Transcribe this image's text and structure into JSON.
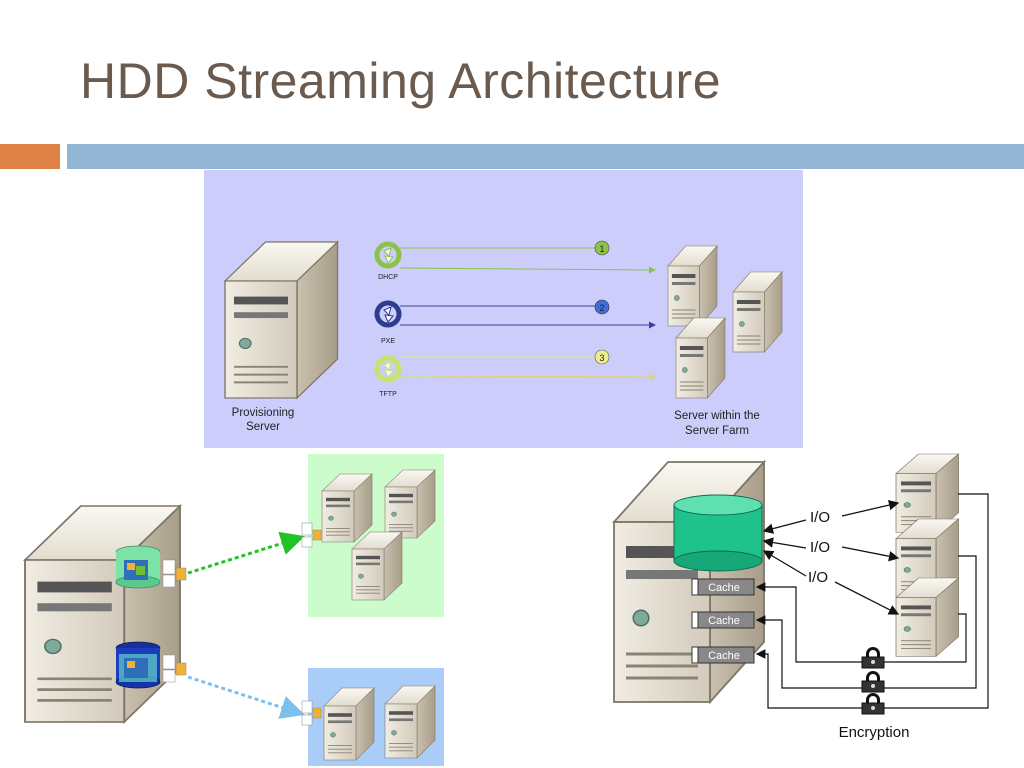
{
  "slide": {
    "title": "HDD Streaming Architecture"
  },
  "top_diagram": {
    "provisioning_server_label_line1": "Provisioning",
    "provisioning_server_label_line2": "Server",
    "farm_label_line1": "Server within the",
    "farm_label_line2": "Server Farm",
    "steps": [
      {
        "number": "1",
        "protocol": "DHCP",
        "color": "#8bc34a"
      },
      {
        "number": "2",
        "protocol": "PXE",
        "color": "#3f51b5"
      },
      {
        "number": "3",
        "protocol": "TFTP",
        "color": "#e6e67a"
      }
    ]
  },
  "right_diagram": {
    "io_labels": [
      "I/O",
      "I/O",
      "I/O"
    ],
    "cache_labels": [
      "Cache",
      "Cache",
      "Cache"
    ],
    "encryption_label": "Encryption"
  },
  "colors": {
    "title": "#6b5a4e",
    "accent_orange": "#dd8147",
    "accent_blue": "#93b6d4",
    "top_panel": "#cdcdfc",
    "green_panel": "#ccfccc",
    "blue_panel": "#a9cdf7",
    "disk": "#1ec28a"
  }
}
